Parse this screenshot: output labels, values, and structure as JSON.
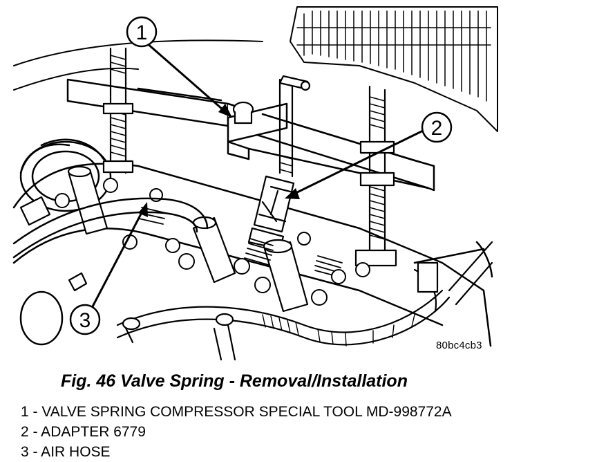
{
  "figure": {
    "callouts": [
      {
        "number": "1"
      },
      {
        "number": "2"
      },
      {
        "number": "3"
      }
    ],
    "reference_code": "80bc4cb3"
  },
  "caption": "Fig. 46 Valve Spring - Removal/Installation",
  "legend": [
    {
      "text": "1 - VALVE SPRING COMPRESSOR SPECIAL TOOL MD-998772A"
    },
    {
      "text": "2 - ADAPTER 6779"
    },
    {
      "text": "3 - AIR HOSE"
    }
  ]
}
